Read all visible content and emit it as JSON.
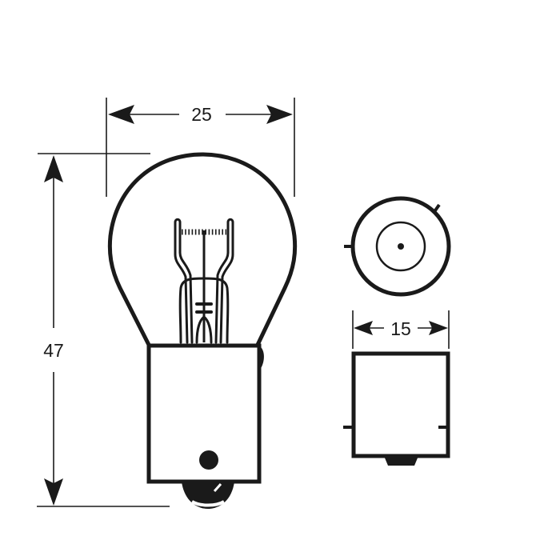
{
  "figure": {
    "subject": "Automotive bulb technical dimension drawing",
    "colors": {
      "line": "#1a1a1a",
      "background": "#ffffff"
    },
    "dimensions": {
      "bulb_diameter": {
        "value": "25",
        "unit": "mm"
      },
      "overall_length": {
        "value": "47",
        "unit": "mm"
      },
      "base_diameter": {
        "value": "15",
        "unit": "mm"
      }
    },
    "views": [
      {
        "name": "side-view",
        "description": "Bulb with filament and bayonet base"
      },
      {
        "name": "end-view",
        "description": "Base end view with bayonet pins"
      },
      {
        "name": "base-side-view",
        "description": "Base cylinder with pins and contact"
      }
    ]
  }
}
